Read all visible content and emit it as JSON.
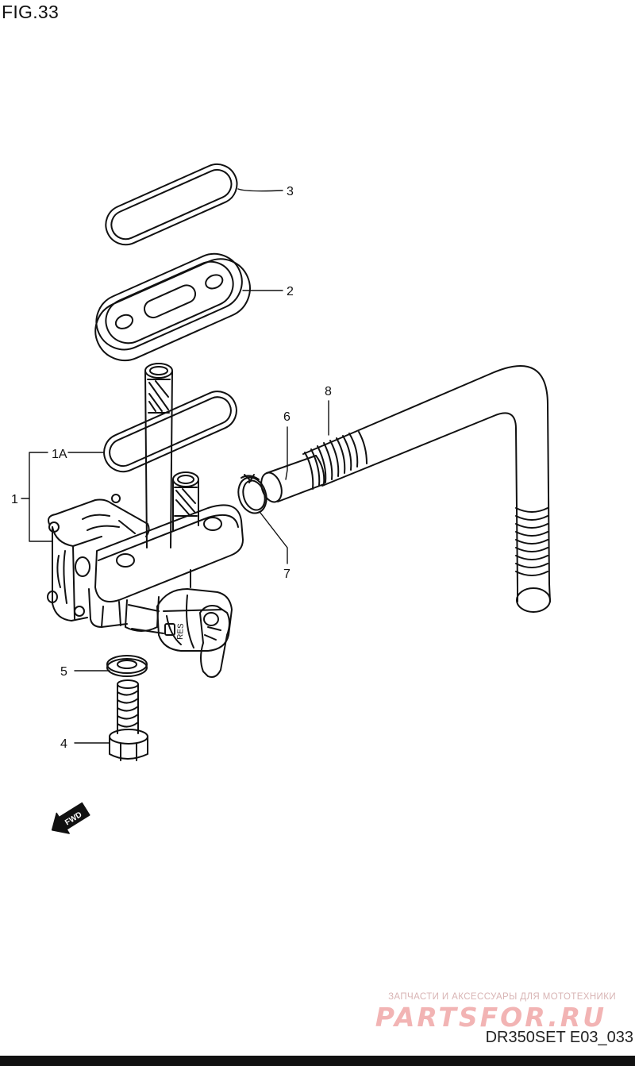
{
  "figure": {
    "title": "FIG.33",
    "code": "DR350SET E03_033"
  },
  "watermark": {
    "caption": "ЗАПЧАСТИ И АКСЕССУАРЫ ДЛЯ МОТОТЕХНИКИ",
    "logo": "PARTSFOR.RU"
  },
  "callouts": {
    "c1": "1",
    "c1a": "1A",
    "c2": "2",
    "c3": "3",
    "c4": "4",
    "c5": "5",
    "c6": "6",
    "c7": "7",
    "c8": "8"
  },
  "valve": {
    "lever_label": "RES"
  },
  "badge": {
    "label": "FWD"
  },
  "colors": {
    "line": "#111111",
    "watermark": "#f2b4b4"
  }
}
